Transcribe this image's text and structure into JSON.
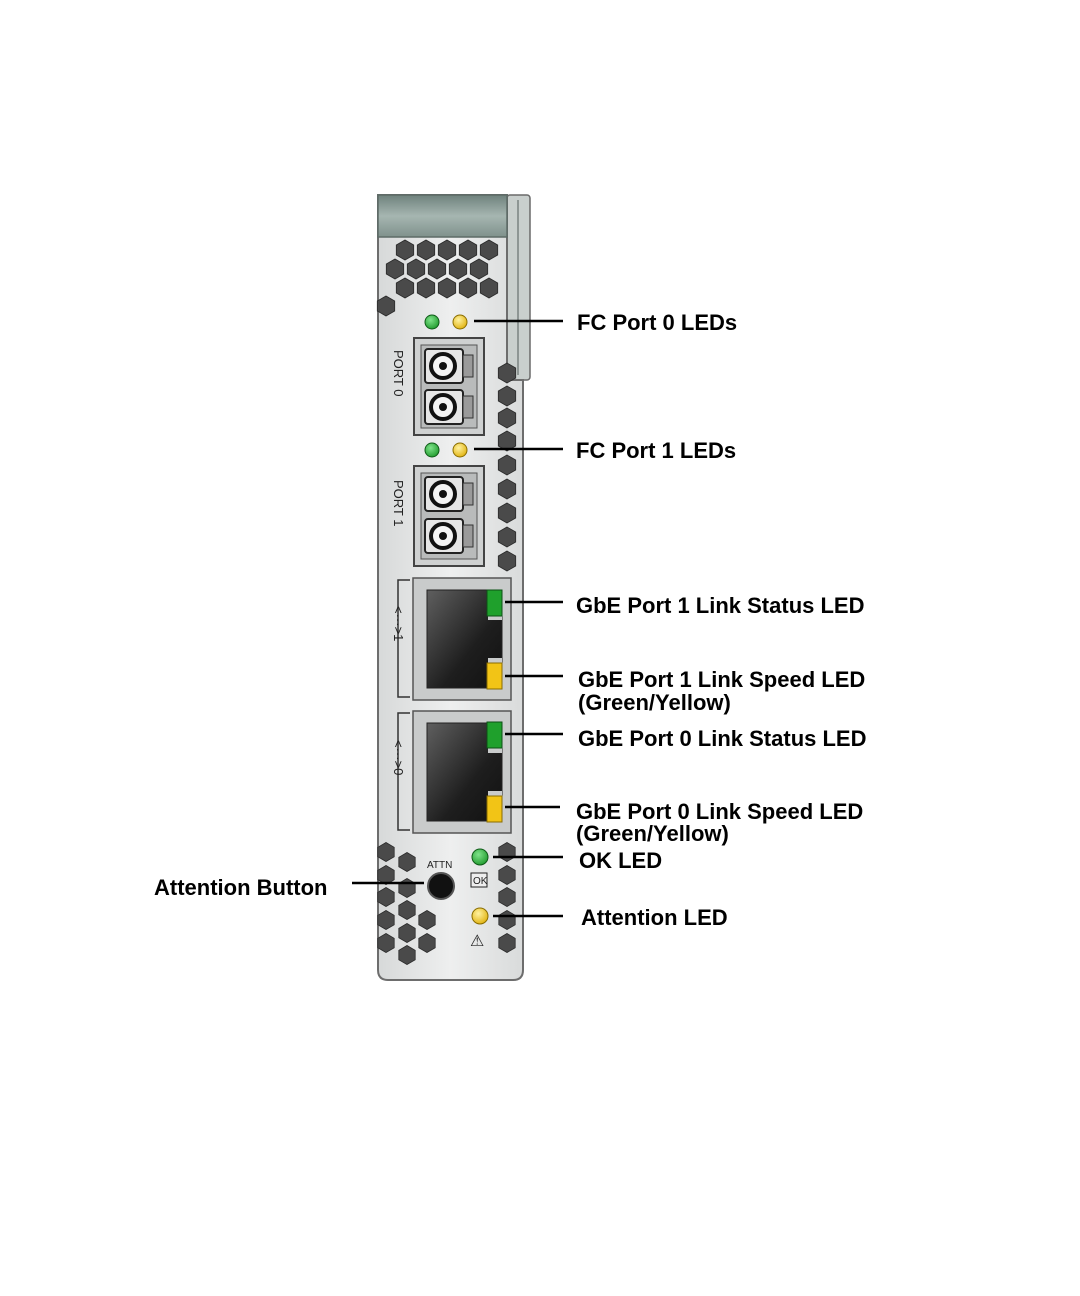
{
  "callouts": {
    "fc_port_0_leds": "FC Port 0 LEDs",
    "fc_port_1_leds": "FC Port 1 LEDs",
    "gbe_port_1_link_status": "GbE Port 1 Link Status LED",
    "gbe_port_1_link_speed": "GbE Port 1 Link Speed LED",
    "gbe_port_1_link_speed_note": "(Green/Yellow)",
    "gbe_port_0_link_status": "GbE Port 0 Link Status LED",
    "gbe_port_0_link_speed": "GbE Port 0 Link Speed LED",
    "gbe_port_0_link_speed_note": "(Green/Yellow)",
    "ok_led": "OK LED",
    "attention_button": "Attention Button",
    "attention_led": "Attention LED"
  },
  "panel": {
    "port_0_label": "PORT 0",
    "port_1_label": "PORT 1",
    "gbe_1_label": "<···>1",
    "gbe_0_label": "<···>0",
    "attn_label": "ATTN",
    "ok_label": "OK",
    "warning_symbol": "⚠"
  },
  "colors": {
    "led_green": "#1f9a2c",
    "led_yellow": "#f2c416",
    "panel_face": "#e9eaea",
    "panel_top": "#8fa19c",
    "hex_vent": "#4a4a4a"
  }
}
